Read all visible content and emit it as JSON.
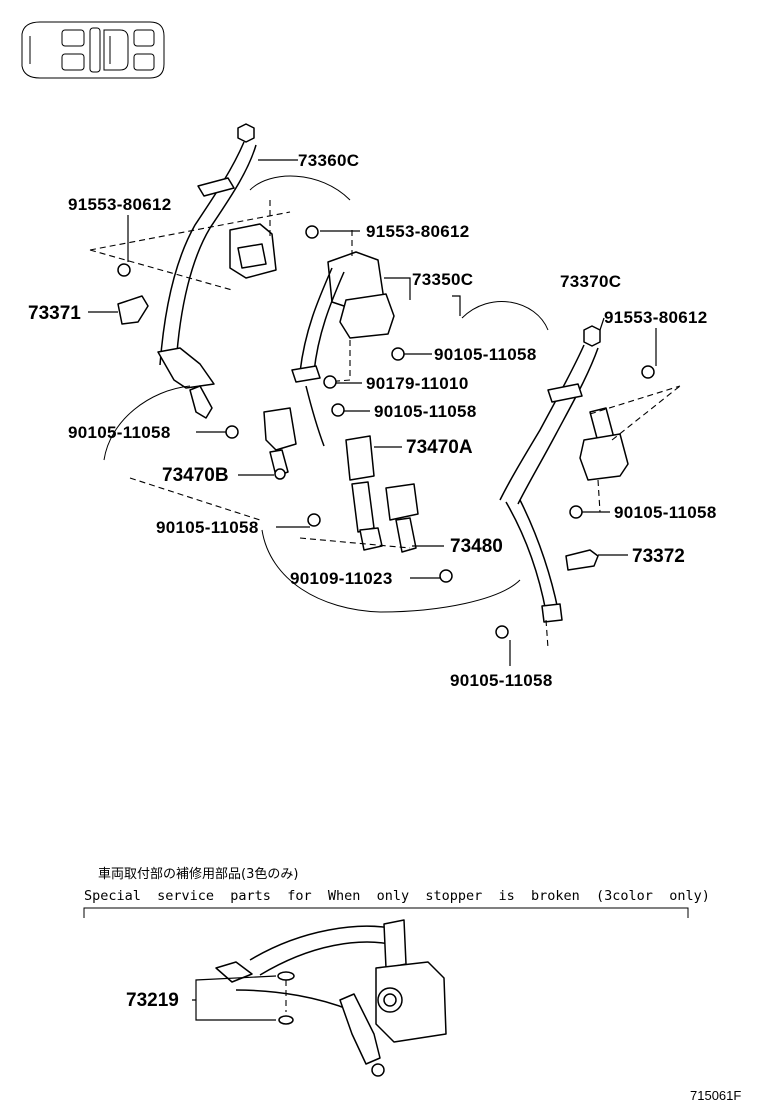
{
  "callouts": {
    "c73360C": "73360C",
    "c91553_a": "91553-80612",
    "c91553_b": "91553-80612",
    "c91553_c": "91553-80612",
    "c73371": "73371",
    "c73350C": "73350C",
    "c73370C": "73370C",
    "c90105_a": "90105-11058",
    "c90179": "90179-11010",
    "c90105_b": "90105-11058",
    "c90105_c": "90105-11058",
    "c73470A": "73470A",
    "c73470B": "73470B",
    "c90105_d": "90105-11058",
    "c90105_e": "90105-11058",
    "c73372": "73372",
    "c73480": "73480",
    "c90109": "90109-11023",
    "c90105_f": "90105-11058",
    "c73219": "73219"
  },
  "note": {
    "japanese": "車両取付部の補修用部品(3色のみ)",
    "english": "Special  service  parts  for  When  only  stopper  is  broken  (3color  only)"
  },
  "diagram_code": "715061F"
}
